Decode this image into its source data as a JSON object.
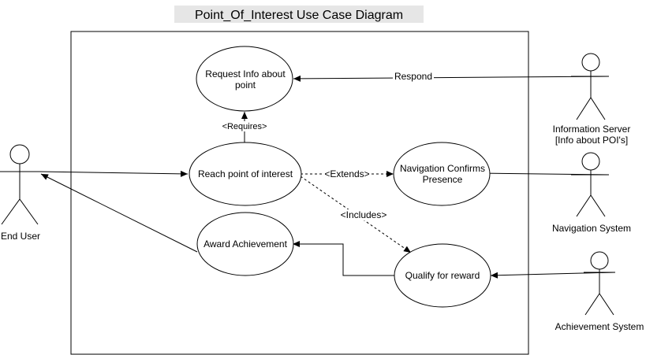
{
  "diagram": {
    "title": "Point_Of_Interest Use Case Diagram",
    "use_cases": {
      "request_info": [
        "Request Info about",
        "point"
      ],
      "reach_poi": "Reach point of interest",
      "nav_confirms": [
        "Navigation Confirms",
        "Presence"
      ],
      "award": "Award Achievement",
      "qualify": "Qualify for reward"
    },
    "actors": {
      "end_user": "End User",
      "info_server": [
        "Information Server",
        "[Info about POI's]"
      ],
      "nav_system": "Navigation System",
      "achievement_system": "Achievement System"
    },
    "relations": {
      "respond": "Respond",
      "requires": "<Requires>",
      "extends": "<Extends>",
      "includes": "<Includes>"
    }
  }
}
